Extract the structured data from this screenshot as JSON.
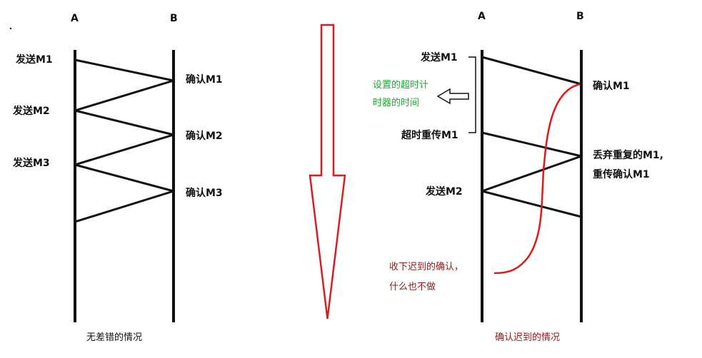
{
  "left": {
    "col_a": "A",
    "col_b": "B",
    "send_m1": "发送M1",
    "send_m2": "发送M2",
    "send_m3": "发送M3",
    "ack_m1": "确认M1",
    "ack_m2": "确认M2",
    "ack_m3": "确认M3",
    "caption": "无差错的情况"
  },
  "right": {
    "col_a": "A",
    "col_b": "B",
    "send_m1": "发送M1",
    "timer_note_line1": "设置的超时计",
    "timer_note_line2": "时器的时间",
    "timeout_resend": "超时重传M1",
    "send_m2": "发送M2",
    "ack_m1": "确认M1",
    "discard_line1": "丢弃重复的M1,",
    "discard_line2": "重传确认M1",
    "late_ack_line1": "收下迟到的确认，",
    "late_ack_line2": "什么也不做",
    "caption": "确认迟到的情况"
  },
  "colors": {
    "line": "#111111",
    "arrow": "#d62020",
    "late_path": "#e01818",
    "green_text": "#1fa831",
    "dark_red_text": "#8b1a1a"
  },
  "icons": {
    "down_arrow": "big-red-down-arrow",
    "left_arrow": "hollow-left-arrow"
  }
}
